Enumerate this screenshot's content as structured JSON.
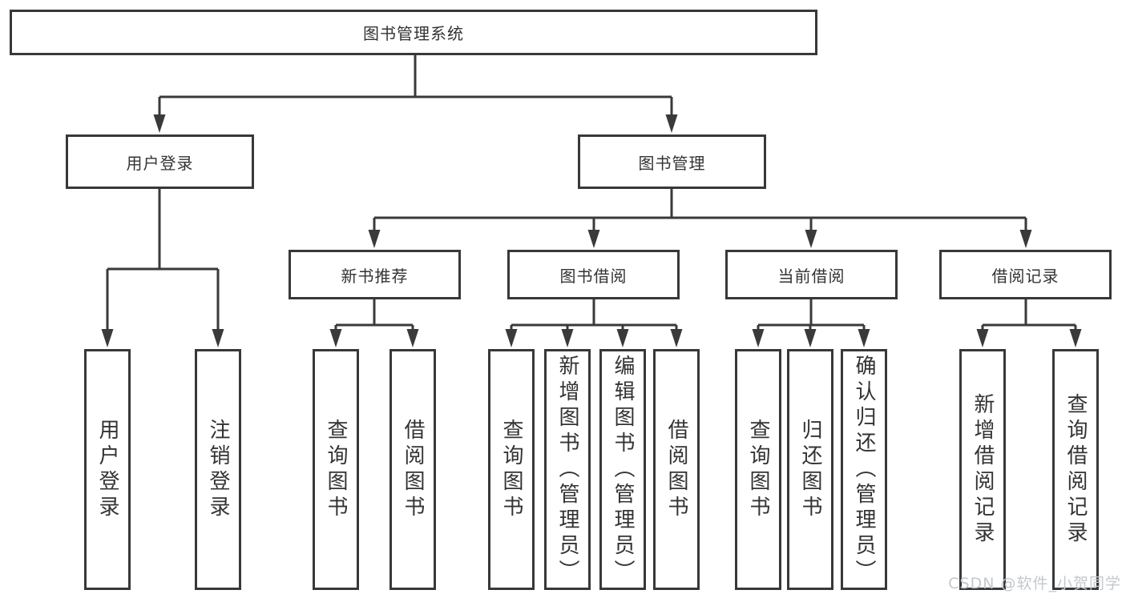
{
  "diagram": {
    "title": "图书管理系统",
    "level2": {
      "user_login": "用户登录",
      "book_mgmt": "图书管理"
    },
    "level3": {
      "new_books": "新书推荐",
      "borrowing": "图书借阅",
      "current": "当前借阅",
      "records": "借阅记录"
    },
    "leaves": {
      "login": "用户登录",
      "logout": "注销登录",
      "nb_query": "查询图书",
      "nb_borrow": "借阅图书",
      "bw_query": "查询图书",
      "bw_add": "新增图书（管理员）",
      "bw_edit": "编辑图书（管理员）",
      "bw_borrow": "借阅图书",
      "cur_query": "查询图书",
      "cur_return": "归还图书",
      "cur_confirm": "确认归还（管理员）",
      "rec_add": "新增借阅记录",
      "rec_query": "查询借阅记录"
    },
    "watermark": "CSDN @软件_小贺同学",
    "colors": {
      "line": "#3a3a3a",
      "text": "#333333",
      "background": "#ffffff",
      "watermark": "#c3c8cd"
    }
  }
}
